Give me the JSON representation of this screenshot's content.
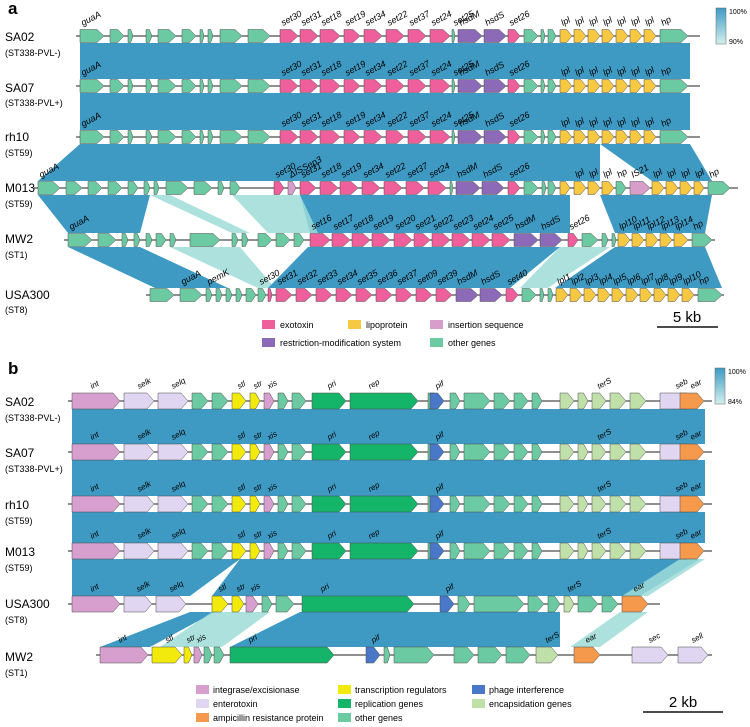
{
  "colors": {
    "exotoxin": "#ee5f9c",
    "lipoprotein": "#f7c842",
    "insertion": "#d79ecb",
    "rm": "#8c6ab8",
    "other": "#6ccaa3",
    "integrase": "#d69fce",
    "enterotoxin": "#e0d6f2",
    "transcription": "#f2ea0c",
    "replication": "#14b469",
    "ampicillin": "#f59a4c",
    "interference": "#4a78c8",
    "encapsidation": "#bfe0a9",
    "band_dark": "#3f9ac3",
    "band_light": "#9ddcd8",
    "backbone": "#222222"
  },
  "panel_a": {
    "label": "a",
    "colorbar_top": "100%",
    "colorbar_bottom": "90%",
    "scale_label": "5 kb",
    "strains": [
      {
        "id": "SA02",
        "name": "SA02",
        "sub": "(ST338-PVL-)"
      },
      {
        "id": "SA07",
        "name": "SA07",
        "sub": "(ST338-PVL+)"
      },
      {
        "id": "rh10",
        "name": "rh10",
        "sub": "(ST59)"
      },
      {
        "id": "M013",
        "name": "M013",
        "sub": "(ST59)"
      },
      {
        "id": "MW2",
        "name": "MW2",
        "sub": "(ST1)"
      },
      {
        "id": "USA300",
        "name": "USA300",
        "sub": "(ST8)"
      }
    ],
    "gene_labels": {
      "SA02": [
        "guaA",
        "set30",
        "set31",
        "set18",
        "set19",
        "set34",
        "set22",
        "set37",
        "set24",
        "set25",
        "hsdM",
        "hsdS",
        "set26",
        "lpl",
        "lpl",
        "lpl",
        "lpl",
        "lpl",
        "lpl",
        "lpl",
        "hp"
      ],
      "SA07": [
        "guaA",
        "set30",
        "set31",
        "set18",
        "set19",
        "set34",
        "set22",
        "set37",
        "set24",
        "set25",
        "hsdM",
        "hsdS",
        "set26",
        "lpl",
        "lpl",
        "lpl",
        "lpl",
        "lpl",
        "lpl",
        "lpl",
        "hp"
      ],
      "rh10": [
        "guaA",
        "set30",
        "set31",
        "set18",
        "set19",
        "set34",
        "set22",
        "set37",
        "set24",
        "set25",
        "hsdM",
        "hsdS",
        "set26",
        "lpl",
        "lpl",
        "lpl",
        "lpl",
        "lpl",
        "lpl",
        "lpl",
        "hp"
      ],
      "M013": [
        "guaA",
        "set30",
        "ΔISSep3",
        "set31",
        "set18",
        "set19",
        "set34",
        "set22",
        "set37",
        "set24",
        "set25",
        "hsdM",
        "hsdS",
        "set26",
        "lpl",
        "lpl",
        "lpl",
        "hp",
        "IS21",
        "lpl",
        "lpl",
        "lpl",
        "lpl",
        "hp"
      ],
      "MW2": [
        "guaA",
        "set16",
        "set17",
        "set18",
        "set19",
        "set20",
        "set21",
        "set22",
        "set23",
        "set24",
        "set25",
        "hsdM",
        "hsdS",
        "set26",
        "lpl10",
        "lpl11",
        "lpl12",
        "lpl13",
        "lpl14",
        "hp"
      ],
      "USA300": [
        "guaA",
        "pemK",
        "set30",
        "set31",
        "set32",
        "set33",
        "set34",
        "set35",
        "set36",
        "set37",
        "set09",
        "set39",
        "hsdM",
        "hsdS",
        "set40",
        "lpl1",
        "lpl2",
        "lpl3",
        "lpl4",
        "lpl5",
        "lpl6",
        "lpl7",
        "lpl8",
        "lpl9",
        "lpl10",
        "hp"
      ]
    },
    "legend": [
      {
        "key": "exotoxin",
        "label": "exotoxin"
      },
      {
        "key": "lipoprotein",
        "label": "lipoprotein"
      },
      {
        "key": "insertion",
        "label": "insertion sequence"
      },
      {
        "key": "rm",
        "label": "restriction-modification system"
      },
      {
        "key": "other",
        "label": "other genes"
      }
    ]
  },
  "panel_b": {
    "label": "b",
    "colorbar_top": "100%",
    "colorbar_bottom": "84%",
    "scale_label": "2 kb",
    "strains": [
      {
        "id": "SA02",
        "name": "SA02",
        "sub": "(ST338-PVL-)"
      },
      {
        "id": "SA07",
        "name": "SA07",
        "sub": "(ST338-PVL+)"
      },
      {
        "id": "rh10",
        "name": "rh10",
        "sub": "(ST59)"
      },
      {
        "id": "M013",
        "name": "M013",
        "sub": "(ST59)"
      },
      {
        "id": "USA300",
        "name": "USA300",
        "sub": "(ST8)"
      },
      {
        "id": "MW2",
        "name": "MW2",
        "sub": "(ST1)"
      }
    ],
    "gene_labels": {
      "SA02": [
        "int",
        "selk",
        "selq",
        "stl",
        "str",
        "xis",
        "pri",
        "rep",
        "pif",
        "terS",
        "seb",
        "ear"
      ],
      "SA07": [
        "int",
        "selk",
        "selq",
        "stl",
        "str",
        "xis",
        "pri",
        "rep",
        "pif",
        "terS",
        "seb",
        "ear"
      ],
      "rh10": [
        "int",
        "selk",
        "selq",
        "stl",
        "str",
        "xis",
        "pri",
        "rep",
        "pif",
        "terS",
        "seb",
        "ear"
      ],
      "M013": [
        "int",
        "selk",
        "selq",
        "stl",
        "str",
        "xis",
        "pri",
        "rep",
        "pif",
        "terS",
        "seb",
        "ear"
      ],
      "USA300": [
        "int",
        "selk",
        "selq",
        "stl",
        "str",
        "xis",
        "pri",
        "pif",
        "terS",
        "ear"
      ],
      "MW2": [
        "int",
        "stl",
        "str",
        "xis",
        "pri",
        "pif",
        "terS",
        "ear",
        "sec",
        "sell"
      ]
    },
    "legend": [
      {
        "key": "integrase",
        "label": "integrase/excisionase"
      },
      {
        "key": "transcription",
        "label": "transcription regulators"
      },
      {
        "key": "interference",
        "label": "phage interference"
      },
      {
        "key": "enterotoxin",
        "label": "enterotoxin"
      },
      {
        "key": "replication",
        "label": "replication genes"
      },
      {
        "key": "encapsidation",
        "label": "encapsidation genes"
      },
      {
        "key": "ampicillin",
        "label": "ampicillin resistance protein"
      },
      {
        "key": "other",
        "label": "other genes"
      }
    ]
  }
}
